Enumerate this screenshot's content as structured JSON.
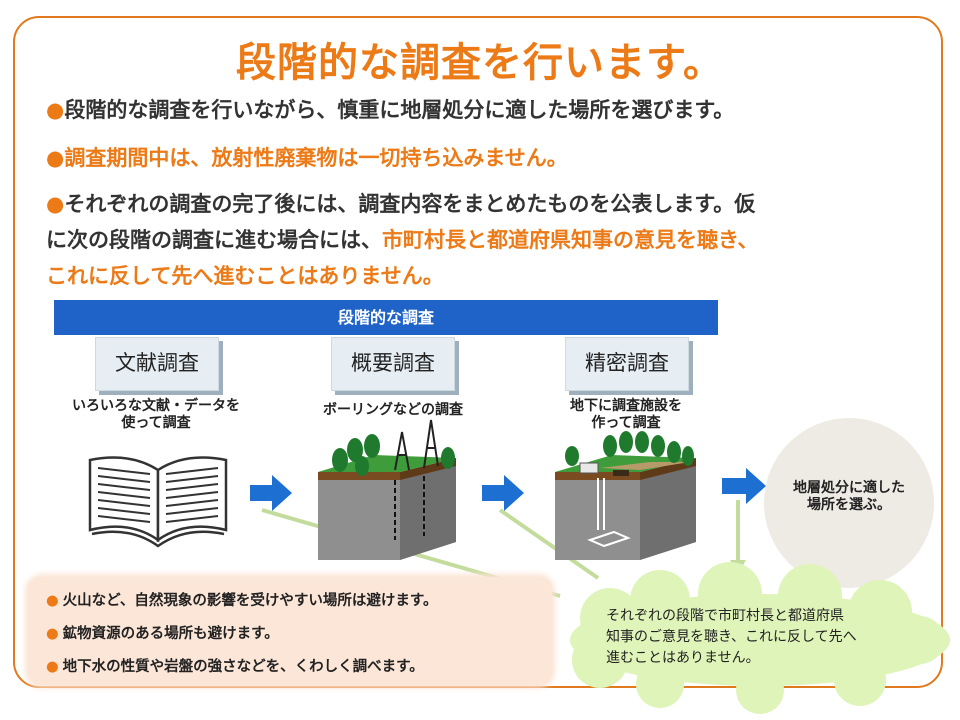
{
  "title": "段階的な調査を行います。",
  "bullets": [
    {
      "marker": "●",
      "text": "段階的な調査を行いながら、慎重に地層処分に適した場所を選びます。"
    },
    {
      "marker": "●",
      "text": "調査期間中は、放射性廃棄物は一切持ち込みません。"
    },
    {
      "marker": "●",
      "line1": "それぞれの調査の完了後には、調査内容をまとめたものを公表します。仮",
      "line2_plain": "に次の段階の調査に進む場合には、",
      "line2_orange": "市町村長と都道府県知事の意見を聴き、",
      "line3_orange": "これに反して先へ進むことはありません。"
    }
  ],
  "diagram": {
    "header": "段階的な調査",
    "stages": [
      {
        "label": "文献調査",
        "desc1": "いろいろな文献・データを",
        "desc2": "使って調査"
      },
      {
        "label": "概要調査",
        "desc1": "ボーリングなどの調査",
        "desc2": ""
      },
      {
        "label": "精密調査",
        "desc1": "地下に調査施設を",
        "desc2": "作って調査"
      }
    ],
    "result1": "地層処分に適した",
    "result2": "場所を選ぶ。",
    "conditions": [
      "火山など、自然現象の影響を受けやすい場所は避けます。",
      "鉱物資源のある場所も避けます。",
      "地下水の性質や岩盤の強さなどを、くわしく調べます。"
    ],
    "condition_marker": "●",
    "cloud1": "それぞれの段階で市町村長と都道府県",
    "cloud2": "知事のご意見を聴き、これに反して先へ",
    "cloud3": "進むことはありません。"
  },
  "colors": {
    "accent": "#ec7a17",
    "header_blue": "#1f63c9",
    "arrow_blue": "#1d6fd1",
    "green_line": "#c3dc9c",
    "cloud": "#dff4b9",
    "panel": "#fce6d8"
  }
}
